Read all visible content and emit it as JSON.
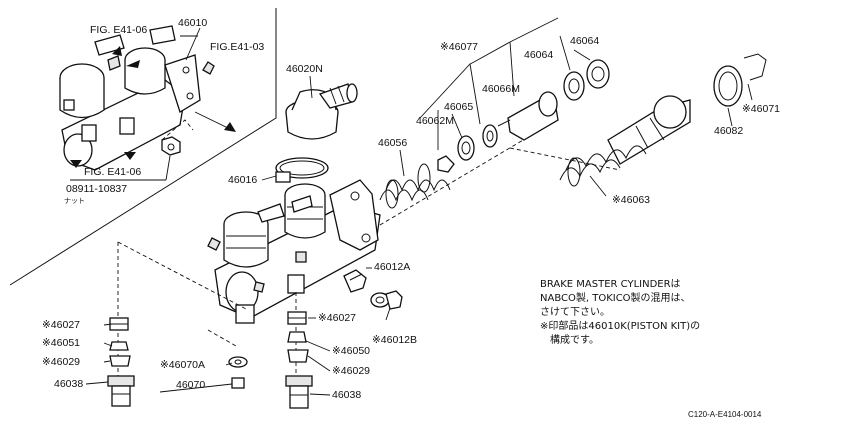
{
  "labels": {
    "fig_e41_06_top": "FIG. E41-06",
    "p46010": "46010",
    "fig_e41_03": "FIG.E41-03",
    "fig_e41_06_bottom": "FIG. E41-06",
    "p08911": "08911-10837",
    "nut": "ナット",
    "p46020N": "46020N",
    "p46016": "46016",
    "p46077": "※46077",
    "p46064a": "46064",
    "p46064b": "46064",
    "p46066M": "46066M",
    "p46065": "46065",
    "p46062M": "46062M",
    "p46056": "46056",
    "p46063": "※46063",
    "p46071": "※46071",
    "p46082": "46082",
    "p46012A": "46012A",
    "p46012B": "※46012B",
    "p46027a": "※46027",
    "p46051": "※46051",
    "p46029a": "※46029",
    "p46038a": "46038",
    "p46070A": "※46070A",
    "p46070": "46070",
    "p46027b": "※46027",
    "p46050": "※46050",
    "p46029b": "※46029",
    "p46038b": "46038"
  },
  "note": {
    "line1": "BRAKE MASTER CYLINDERは",
    "line2": "NABCO製, TOKICO製の混用は、",
    "line3": "さけて下さい。",
    "line4": "※印部品は46010K(PISTON KIT)の",
    "line5": "構成です。"
  },
  "code": "C120-A-E4104-0014"
}
